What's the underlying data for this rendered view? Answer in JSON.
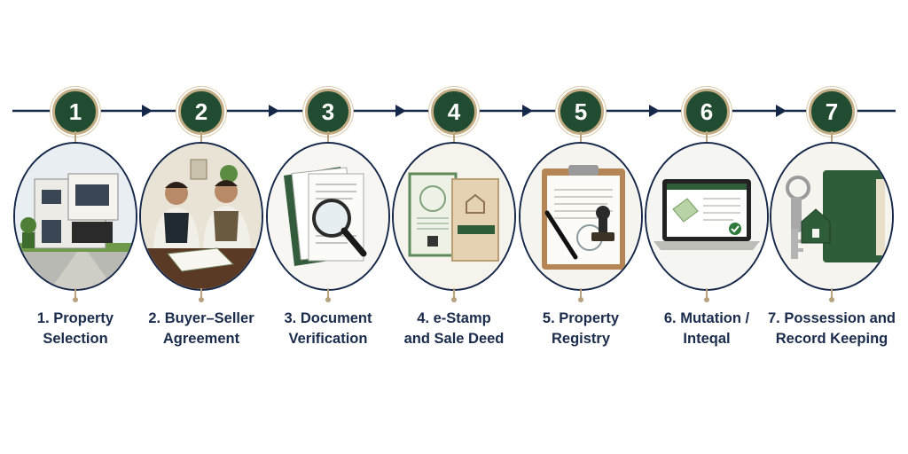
{
  "colors": {
    "badge_fill": "#214c31",
    "badge_ring": "#c4ac84",
    "timeline": "#16284a",
    "label_text": "#1a2b4c",
    "accent_green": "#2f5d3a"
  },
  "steps": [
    {
      "number": "1",
      "line1": "1. Property",
      "line2": "Selection",
      "icon": "house-icon"
    },
    {
      "number": "2",
      "line1": "2. Buyer–Seller",
      "line2": "Agreement",
      "icon": "meeting-icon"
    },
    {
      "number": "3",
      "line1": "3. Document",
      "line2": "Verification",
      "icon": "magnifier-icon"
    },
    {
      "number": "4",
      "line1": "4. e-Stamp",
      "line2": "and Sale Deed",
      "icon": "stamp-paper-icon"
    },
    {
      "number": "5",
      "line1": "5. Property",
      "line2": "Registry",
      "icon": "rubber-stamp-icon"
    },
    {
      "number": "6",
      "line1": "6. Mutation /",
      "line2": "Inteqal",
      "icon": "laptop-icon"
    },
    {
      "number": "7",
      "line1": "7. Possession and",
      "line2": "Record Keeping",
      "icon": "keys-icon"
    }
  ]
}
